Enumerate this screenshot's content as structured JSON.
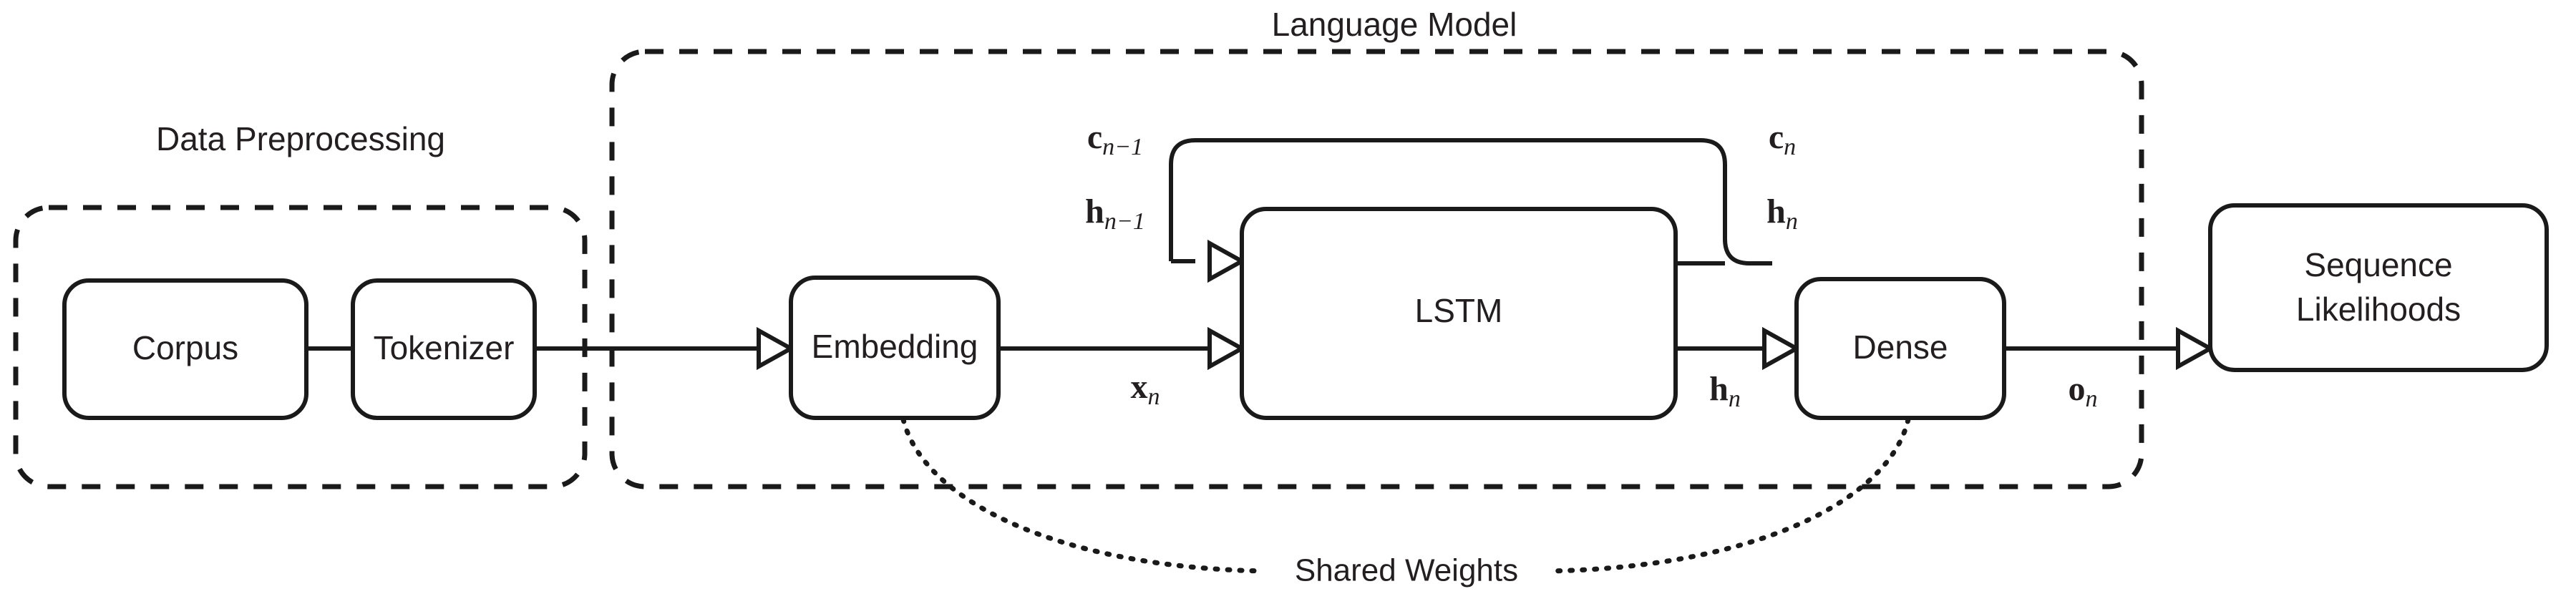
{
  "diagram": {
    "title_hidden": "LSTM Language Model Pipeline",
    "background_color": "#ffffff",
    "stroke_color": "#1a1a1a",
    "text_color": "#231f20"
  },
  "groups": [
    {
      "id": "data-preprocessing",
      "title": "Data Preprocessing",
      "style": "dashed"
    },
    {
      "id": "language-model",
      "title": "Language Model",
      "style": "dashed"
    }
  ],
  "nodes": [
    {
      "id": "corpus",
      "label": "Corpus"
    },
    {
      "id": "tokenizer",
      "label": "Tokenizer"
    },
    {
      "id": "embedding",
      "label": "Embedding"
    },
    {
      "id": "lstm",
      "label": "LSTM"
    },
    {
      "id": "dense",
      "label": "Dense"
    },
    {
      "id": "sequence-likelihoods",
      "label_line1": "Sequence",
      "label_line2": "Likelihoods"
    }
  ],
  "signal_labels": {
    "c_prev": {
      "base": "c",
      "sub": "n−1"
    },
    "h_prev": {
      "base": "h",
      "sub": "n−1"
    },
    "c_next": {
      "base": "c",
      "sub": "n"
    },
    "h_next": {
      "base": "h",
      "sub": "n"
    },
    "x_n": {
      "base": "x",
      "sub": "n"
    },
    "h_n_out": {
      "base": "h",
      "sub": "n"
    },
    "o_n": {
      "base": "o",
      "sub": "n"
    }
  },
  "annotations": {
    "shared_weights": "Shared Weights"
  }
}
